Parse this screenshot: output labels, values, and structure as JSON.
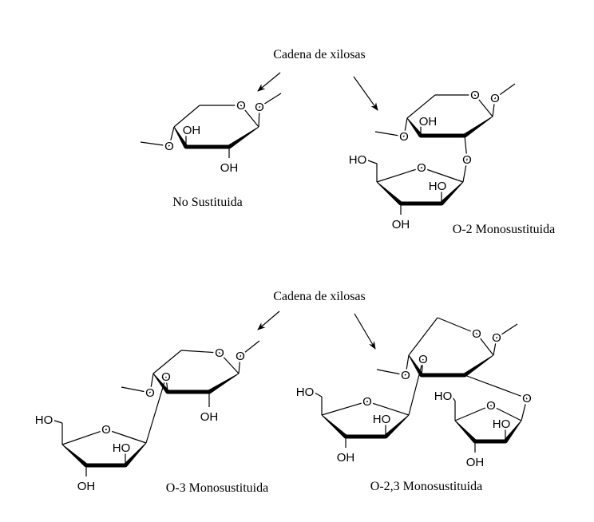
{
  "atoms": {
    "O": "O",
    "OH": "OH",
    "HO": "HO"
  },
  "captions": {
    "chain_top": "Cadena de xilosas",
    "chain_bottom": "Cadena de xilosas",
    "unsubstituted": "No Sustituida",
    "o2": "O-2 Monosustituida",
    "o3": "O-3 Monosustituida",
    "o23": "O-2,3 Monosustituida"
  }
}
